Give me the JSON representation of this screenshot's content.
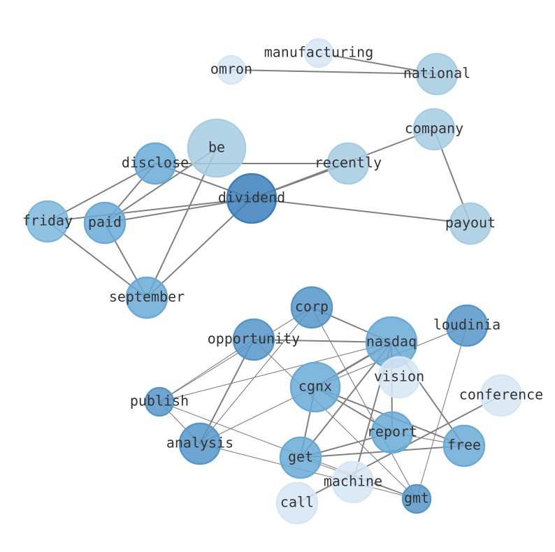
{
  "nodes": [
    {
      "id": "manufacturing",
      "label": "manufacturing",
      "shade": "faint"
    },
    {
      "id": "omron",
      "label": "omron",
      "shade": "faint"
    },
    {
      "id": "national",
      "label": "national",
      "shade": "light"
    },
    {
      "id": "company",
      "label": "company",
      "shade": "light"
    },
    {
      "id": "be",
      "label": "be",
      "shade": "light"
    },
    {
      "id": "disclose",
      "label": "disclose",
      "shade": "mid"
    },
    {
      "id": "recently",
      "label": "recently",
      "shade": "light"
    },
    {
      "id": "dividend",
      "label": "dividend",
      "shade": "dark"
    },
    {
      "id": "friday",
      "label": "friday",
      "shade": "midlight"
    },
    {
      "id": "paid",
      "label": "paid",
      "shade": "mid"
    },
    {
      "id": "payout",
      "label": "payout",
      "shade": "light"
    },
    {
      "id": "september",
      "label": "september",
      "shade": "mid"
    },
    {
      "id": "corp",
      "label": "corp",
      "shade": "middark"
    },
    {
      "id": "opportunity",
      "label": "opportunity",
      "shade": "middark"
    },
    {
      "id": "nasdaq",
      "label": "nasdaq",
      "shade": "mid"
    },
    {
      "id": "loudinia",
      "label": "loudinia",
      "shade": "middark"
    },
    {
      "id": "vision",
      "label": "vision",
      "shade": "faint"
    },
    {
      "id": "cgnx",
      "label": "cgnx",
      "shade": "mid"
    },
    {
      "id": "conference",
      "label": "conference",
      "shade": "faint"
    },
    {
      "id": "publish",
      "label": "publish",
      "shade": "middark"
    },
    {
      "id": "analysis",
      "label": "analysis",
      "shade": "middark"
    },
    {
      "id": "report",
      "label": "report",
      "shade": "mid"
    },
    {
      "id": "free",
      "label": "free",
      "shade": "mid"
    },
    {
      "id": "get",
      "label": "get",
      "shade": "mid"
    },
    {
      "id": "machine",
      "label": "machine",
      "shade": "faint"
    },
    {
      "id": "gmt",
      "label": "gmt",
      "shade": "middark"
    },
    {
      "id": "call",
      "label": "call",
      "shade": "faint"
    }
  ],
  "edges": [
    [
      "omron",
      "national",
      2
    ],
    [
      "manufacturing",
      "national",
      2
    ],
    [
      "disclose",
      "friday",
      2
    ],
    [
      "disclose",
      "paid",
      2
    ],
    [
      "disclose",
      "dividend",
      2
    ],
    [
      "disclose",
      "recently",
      2
    ],
    [
      "be",
      "paid",
      2
    ],
    [
      "be",
      "september",
      2
    ],
    [
      "friday",
      "dividend",
      2
    ],
    [
      "paid",
      "dividend",
      2
    ],
    [
      "friday",
      "september",
      2
    ],
    [
      "paid",
      "september",
      2
    ],
    [
      "september",
      "dividend",
      2
    ],
    [
      "dividend",
      "recently",
      2
    ],
    [
      "dividend",
      "company",
      2
    ],
    [
      "dividend",
      "payout",
      2
    ],
    [
      "company",
      "payout",
      2
    ],
    [
      "publish",
      "corp",
      1
    ],
    [
      "publish",
      "opportunity",
      1
    ],
    [
      "publish",
      "nasdaq",
      1
    ],
    [
      "publish",
      "analysis",
      1
    ],
    [
      "publish",
      "gmt",
      1
    ],
    [
      "corp",
      "nasdaq",
      2
    ],
    [
      "corp",
      "analysis",
      1
    ],
    [
      "corp",
      "gmt",
      1
    ],
    [
      "opportunity",
      "nasdaq",
      2
    ],
    [
      "opportunity",
      "analysis",
      2
    ],
    [
      "opportunity",
      "gmt",
      1
    ],
    [
      "analysis",
      "cgnx",
      1
    ],
    [
      "analysis",
      "gmt",
      1
    ],
    [
      "cgnx",
      "nasdaq",
      3
    ],
    [
      "cgnx",
      "get",
      2
    ],
    [
      "cgnx",
      "free",
      2
    ],
    [
      "cgnx",
      "report",
      2
    ],
    [
      "cgnx",
      "loudinia",
      1
    ],
    [
      "nasdaq",
      "get",
      2
    ],
    [
      "nasdaq",
      "report",
      2
    ],
    [
      "nasdaq",
      "free",
      2
    ],
    [
      "nasdaq",
      "machine",
      2
    ],
    [
      "loudinia",
      "gmt",
      1
    ],
    [
      "get",
      "report",
      2
    ],
    [
      "get",
      "free",
      2
    ],
    [
      "get",
      "gmt",
      1
    ],
    [
      "report",
      "free",
      1
    ],
    [
      "call",
      "conference",
      2
    ]
  ],
  "colors": {
    "edge": "#808080",
    "faint": "#d6e6f4",
    "light": "#a6cde3",
    "midlight": "#7cb7dc",
    "mid": "#6aaad6",
    "middark": "#5597c9",
    "dark": "#3c7fba"
  }
}
